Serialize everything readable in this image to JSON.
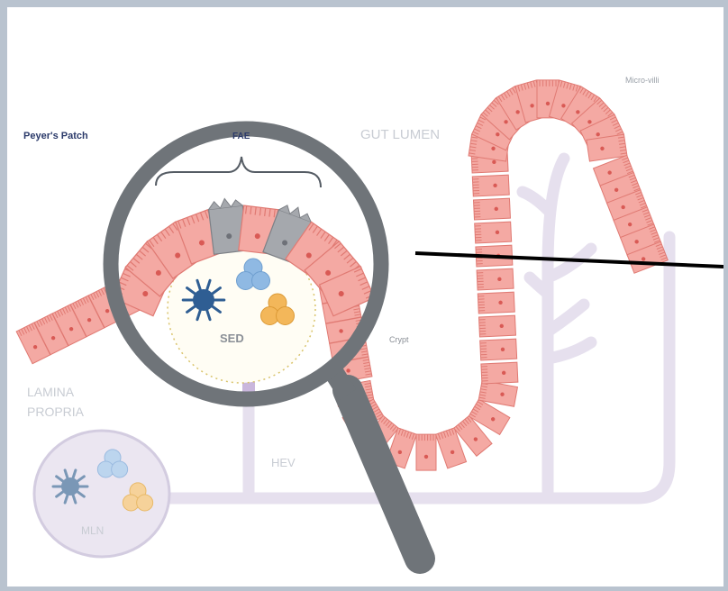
{
  "labels": {
    "peyers_patch": "Peyer's Patch",
    "fae": "FAE",
    "gut_lumen": "GUT LUMEN",
    "micro_villi": "Micro-villi",
    "sed": "SED",
    "crypt": "Crypt",
    "lamina_propria_line1": "LAMINA",
    "lamina_propria_line2": "PROPRIA",
    "hev": "HEV",
    "mln": "MLN"
  },
  "colors": {
    "cell_fill": "#f4a9a3",
    "cell_stroke": "#e07a73",
    "cell_nucleus": "#d95a55",
    "vessel": "#e6e0ee",
    "vessel_stroke": "#cfc7dd",
    "magnifier": "#6f7479",
    "m_cell": "#a5a8ad",
    "dendritic_cell": "#2f5e93",
    "b_cell": "#8fb9e3",
    "t_cell": "#f3b75a",
    "label_dark": "#2b3a6a",
    "label_light": "#c8ccd3"
  },
  "icons": [
    "magnifying-glass-icon",
    "dendritic-cell-icon",
    "lymphocyte-cluster-icon"
  ]
}
